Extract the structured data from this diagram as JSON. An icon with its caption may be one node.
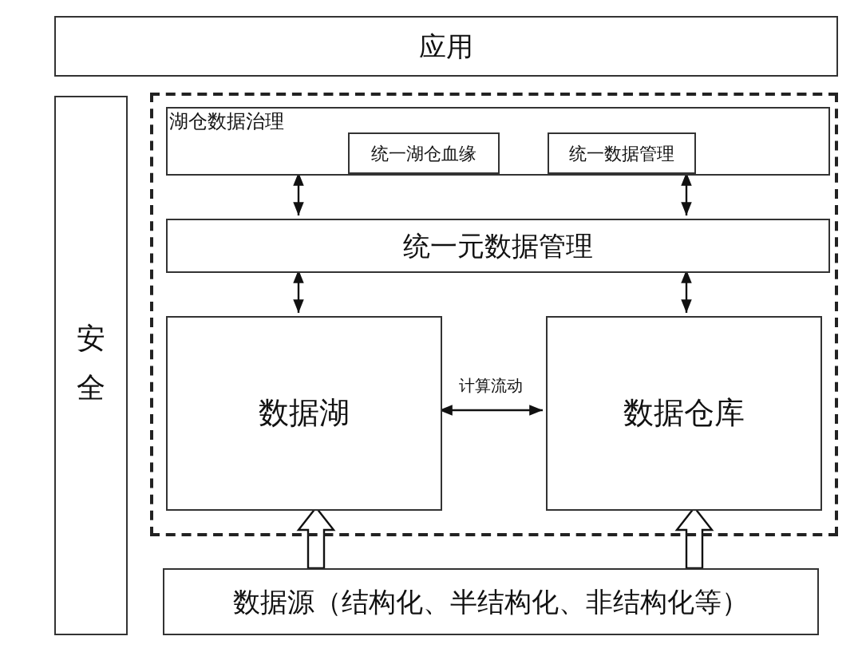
{
  "diagram": {
    "nodes": [
      {
        "text": [
          "应用"
        ]
      },
      {
        "text": [
          "安全"
        ]
      },
      {
        "text": [],
        "shape": "box"
      },
      {
        "text": [
          "湖仓数据治理"
        ],
        "in": 2
      },
      {
        "text": [
          "统一湖仓血缘"
        ],
        "in": 3
      },
      {
        "text": [
          "统一数据管理"
        ],
        "in": 3
      },
      {
        "text": [
          "统一元数据管理"
        ],
        "in": 2
      },
      {
        "text": [
          "数据湖"
        ],
        "in": 2
      },
      {
        "text": [
          "数据仓库"
        ],
        "in": 2
      },
      {
        "text": [
          "数据源（结构化、半结构化、非结构化等）"
        ]
      }
    ],
    "edges": [
      {
        "from": 3,
        "to": 6,
        "arrow": "both"
      },
      {
        "from": 3,
        "to": 6,
        "arrow": "both"
      },
      {
        "from": 6,
        "to": 7,
        "arrow": "both"
      },
      {
        "from": 6,
        "to": 8,
        "arrow": "both"
      },
      {
        "from": 7,
        "to": 8,
        "arrow": "both",
        "label": "计算流动"
      },
      {
        "from": 9,
        "to": 7,
        "arrow": "to",
        "style": "thick"
      },
      {
        "from": 9,
        "to": 8,
        "arrow": "to",
        "style": "thick"
      }
    ]
  }
}
